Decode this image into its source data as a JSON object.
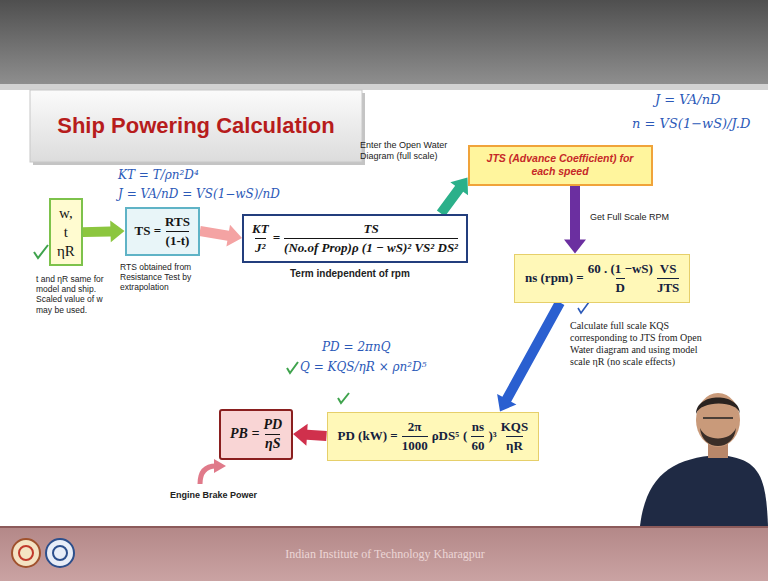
{
  "diagram": {
    "title": "Ship Powering Calculation",
    "nodes": [
      {
        "text": [
          "w, t ηR"
        ]
      },
      {
        "text": [
          "TS =",
          "RTS",
          "(1-t)"
        ]
      },
      {
        "text": [
          "KT",
          "J²",
          "=",
          "TS",
          "(No.of Prop)ρ (1 − wS)² VS² DS²"
        ]
      },
      {
        "text": [
          "JTS (Advance Coefficient) for each speed"
        ]
      },
      {
        "text": [
          "ns (rpm) =",
          "60 . (1 −wS)",
          "D",
          "VS",
          "JTS"
        ]
      },
      {
        "text": [
          "PD (kW) =",
          "2π",
          "1000",
          "ρDS⁵",
          "(",
          "ns",
          "60",
          ")³",
          "KQS",
          "ηR"
        ]
      },
      {
        "text": [
          "PB =",
          "PD",
          "ηS"
        ]
      }
    ],
    "edges": [
      {
        "from": 0,
        "to": 1,
        "arrow": "to"
      },
      {
        "from": 1,
        "to": 2,
        "arrow": "to"
      },
      {
        "from": 2,
        "to": 3,
        "label": "Enter the Open Water Diagram (full scale)",
        "arrow": "to"
      },
      {
        "from": 3,
        "to": 4,
        "label": "Get Full Scale RPM",
        "arrow": "to"
      },
      {
        "from": 4,
        "to": 5,
        "label": "Calculate full scale KQS corresponding to JTS from Open Water diagram and using model scale ηR (no scale effects)",
        "arrow": "to"
      },
      {
        "from": 5,
        "to": 6,
        "arrow": "to"
      }
    ],
    "labels": [
      "J = VA/nD",
      "n = VS(1−wS)/J.D",
      "KT = T/ρn²D⁴",
      "J = VA/nD = VS(1−wS)/nD",
      "t and ηR same for model and ship. Scaled value of w may be used.",
      "RTS obtained from Resistance Test by extrapolation",
      "Term independent of rpm",
      "PD = 2πnQ",
      "Q = KQS/ηR × ρn²D⁵",
      "Engine Brake Power",
      "Indian Institute of Technology Kharagpur"
    ]
  }
}
